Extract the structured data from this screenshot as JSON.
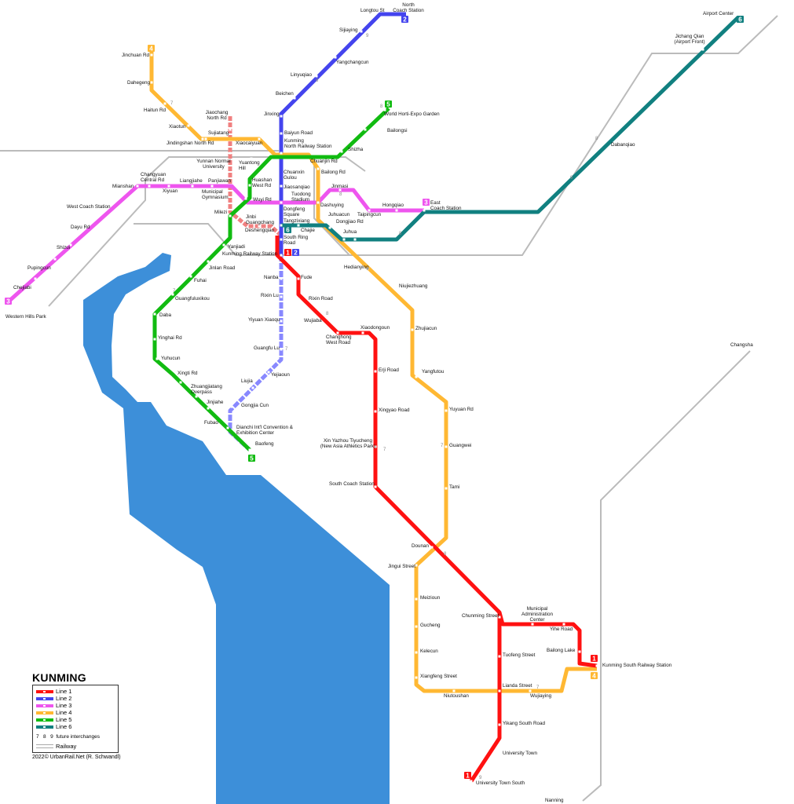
{
  "title": "KUNMING",
  "colors": {
    "line1": "#ff1111",
    "line2": "#4444ee",
    "line2_ext": "#8888ff",
    "line3": "#ee55ee",
    "line4": "#ffb833",
    "line5": "#11bb11",
    "line6": "#118080",
    "line7": "#f08080",
    "railway": "#bbbbbb",
    "water": "#3d8fd9"
  },
  "legend": {
    "lines": [
      {
        "label": "Line 1",
        "color": "#ff1111"
      },
      {
        "label": "Line 2",
        "color": "#4444ee"
      },
      {
        "label": "Line 3",
        "color": "#ee55ee"
      },
      {
        "label": "Line 4",
        "color": "#ffb833"
      },
      {
        "label": "Line 5",
        "color": "#11bb11"
      },
      {
        "label": "Line 6",
        "color": "#118080"
      }
    ],
    "future_numbers": "7   8   9",
    "future_label": "future interchanges",
    "railway_label": "Railway",
    "copyright": "2022© UrbanRail.Net (R. Schwandl)"
  },
  "badges": [
    {
      "num": "2",
      "color": "#4444ee"
    },
    {
      "num": "4",
      "color": "#ffb833"
    },
    {
      "num": "5",
      "color": "#11bb11"
    },
    {
      "num": "6",
      "color": "#118080"
    },
    {
      "num": "3",
      "color": "#ee55ee"
    },
    {
      "num": "3",
      "color": "#ee55ee"
    },
    {
      "num": "6",
      "color": "#118080"
    },
    {
      "num": "1",
      "color": "#ff1111"
    },
    {
      "num": "2",
      "color": "#4444ee"
    },
    {
      "num": "5",
      "color": "#11bb11"
    },
    {
      "num": "1",
      "color": "#ff1111"
    },
    {
      "num": "4",
      "color": "#ffb833"
    },
    {
      "num": "1",
      "color": "#ff1111"
    }
  ],
  "future": [
    "7",
    "8",
    "8",
    "7",
    "8",
    "9",
    "7",
    "7",
    "8",
    "8",
    "9",
    "8",
    "7",
    "7",
    "8",
    "9"
  ],
  "stations": [
    {
      "name": "Longtou St"
    },
    {
      "name": "North\nCoach Station"
    },
    {
      "name": "Sijiaying"
    },
    {
      "name": "Yangchangcun"
    },
    {
      "name": "Linyuqiao"
    },
    {
      "name": "Beichen"
    },
    {
      "name": "Jinxing"
    },
    {
      "name": "Baiyun Road"
    },
    {
      "name": "Kunming\nNorth Railway Station"
    },
    {
      "name": "Chuanxin\nGulou"
    },
    {
      "name": "Jiaosanqiao"
    },
    {
      "name": "Tuodong\nStadium"
    },
    {
      "name": "Dongfeng\nSquare"
    },
    {
      "name": "Tangzixiang"
    },
    {
      "name": "South Ring\nRoad"
    },
    {
      "name": "Kunming Railway Station"
    },
    {
      "name": "Nanba"
    },
    {
      "name": "Rixin Lu"
    },
    {
      "name": "Yiyuan Xiaoqu"
    },
    {
      "name": "Guangfu Lu"
    },
    {
      "name": "Yejiaoun"
    },
    {
      "name": "Liujia"
    },
    {
      "name": "Gongjia Cun"
    },
    {
      "name": "Dianchi Int'l Convention &\nExhibition Center"
    },
    {
      "name": "Baofeng"
    },
    {
      "name": "Fude"
    },
    {
      "name": "Rixin Road"
    },
    {
      "name": "Wujiaba"
    },
    {
      "name": "Xiaodongoun"
    },
    {
      "name": "Changhong\nWest Road"
    },
    {
      "name": "Erji Road"
    },
    {
      "name": "Xingyao Road"
    },
    {
      "name": "Xin Yazhou Tiyucheng\n(New Asia Athletics Park)"
    },
    {
      "name": "South Coach Station"
    },
    {
      "name": "Dounan"
    },
    {
      "name": "Chunming Street"
    },
    {
      "name": "Municipal\nAdministration\nCenter"
    },
    {
      "name": "Yihe Road"
    },
    {
      "name": "Bailong Lake"
    },
    {
      "name": "Kunming South Railway Station"
    },
    {
      "name": "Tuofeng Street"
    },
    {
      "name": "Lianda Street"
    },
    {
      "name": "Yikang South Road"
    },
    {
      "name": "University Town"
    },
    {
      "name": "University Town South"
    },
    {
      "name": "Jinchuan Rd"
    },
    {
      "name": "Dahegeng"
    },
    {
      "name": "Haitun Rd"
    },
    {
      "name": "Xiaotun"
    },
    {
      "name": "Sujiatang"
    },
    {
      "name": "Jindingshan North Rd"
    },
    {
      "name": "Xiaocaiyuan"
    },
    {
      "name": "Bailong Rd"
    },
    {
      "name": "Juhuacun"
    },
    {
      "name": "Dongjiao Rd"
    },
    {
      "name": "Hedianying"
    },
    {
      "name": "Niujiezhuang"
    },
    {
      "name": "Zhujiacun"
    },
    {
      "name": "Yangfutou"
    },
    {
      "name": "Yuyuan Rd"
    },
    {
      "name": "Guangwei"
    },
    {
      "name": "Tami"
    },
    {
      "name": "Jingui Street"
    },
    {
      "name": "Meizioun"
    },
    {
      "name": "Gucheng"
    },
    {
      "name": "Kelecun"
    },
    {
      "name": "Xiangfeng Street"
    },
    {
      "name": "Niutoushan"
    },
    {
      "name": "Wujiaying"
    },
    {
      "name": "Western Hills Park"
    },
    {
      "name": "Chejiabi"
    },
    {
      "name": "Pupingcun"
    },
    {
      "name": "Shizui"
    },
    {
      "name": "Dayu Rd"
    },
    {
      "name": "West Coach Station"
    },
    {
      "name": "Mianshan"
    },
    {
      "name": "Changyuan\nCentral Rd"
    },
    {
      "name": "Xiyuan"
    },
    {
      "name": "Liangjiahe"
    },
    {
      "name": "Panjiawan"
    },
    {
      "name": "Municipal\nGymnasium"
    },
    {
      "name": "Wuyi Rd"
    },
    {
      "name": "Dashuying"
    },
    {
      "name": "Jinmasi"
    },
    {
      "name": "Taipingcun"
    },
    {
      "name": "Hongqiao"
    },
    {
      "name": "East\nCoach Station"
    },
    {
      "name": "World Horti-Expo Garden"
    },
    {
      "name": "Bailongsi"
    },
    {
      "name": "Shizha"
    },
    {
      "name": "Chuanjin Rd"
    },
    {
      "name": "Yuantong\nHill"
    },
    {
      "name": "Huashan\nWest Rd"
    },
    {
      "name": "Milezi"
    },
    {
      "name": "Yanjiadi"
    },
    {
      "name": "Jinlan Road"
    },
    {
      "name": "Fuhai"
    },
    {
      "name": "Guangfuluxikou"
    },
    {
      "name": "Daba"
    },
    {
      "name": "Yinghai Rd"
    },
    {
      "name": "Yuhucun"
    },
    {
      "name": "Xingti Rd"
    },
    {
      "name": "Zhuangjiatang\nOverpass"
    },
    {
      "name": "Jinjiahe"
    },
    {
      "name": "Fubao"
    },
    {
      "name": "Chajie"
    },
    {
      "name": "Juhua"
    },
    {
      "name": "Dabanqiao"
    },
    {
      "name": "Jichang Qian\n(Airport Front)"
    },
    {
      "name": "Airport Center"
    },
    {
      "name": "Jiaochang\nNorth Rd"
    },
    {
      "name": "Yunnan Normal\nUniversity"
    },
    {
      "name": "Jinbi\nGuangchang"
    },
    {
      "name": "Deshengqiao"
    },
    {
      "name": "Changsha"
    },
    {
      "name": "Nanning"
    }
  ]
}
